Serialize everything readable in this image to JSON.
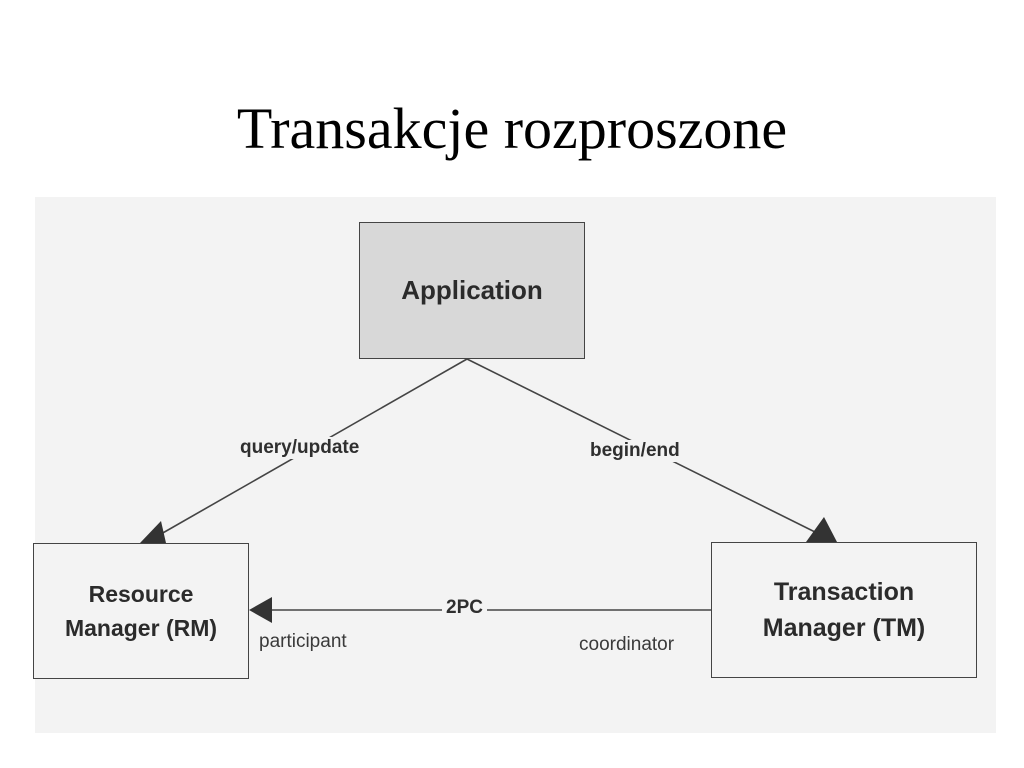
{
  "slide": {
    "title": "Transakcje rozproszone"
  },
  "diagram": {
    "nodes": {
      "application": {
        "label": "Application"
      },
      "resource_manager": {
        "line1": "Resource",
        "line2": "Manager (RM)"
      },
      "transaction_manager": {
        "line1": "Transaction",
        "line2": "Manager (TM)"
      }
    },
    "edges": {
      "app_to_rm": {
        "label": "query/update"
      },
      "app_to_tm": {
        "label": "begin/end"
      },
      "tm_to_rm": {
        "label": "2PC",
        "source_role": "coordinator",
        "target_role": "participant"
      }
    },
    "colors": {
      "background": "#f3f3f3",
      "application_fill": "#d8d8d8",
      "line": "#444444"
    }
  }
}
